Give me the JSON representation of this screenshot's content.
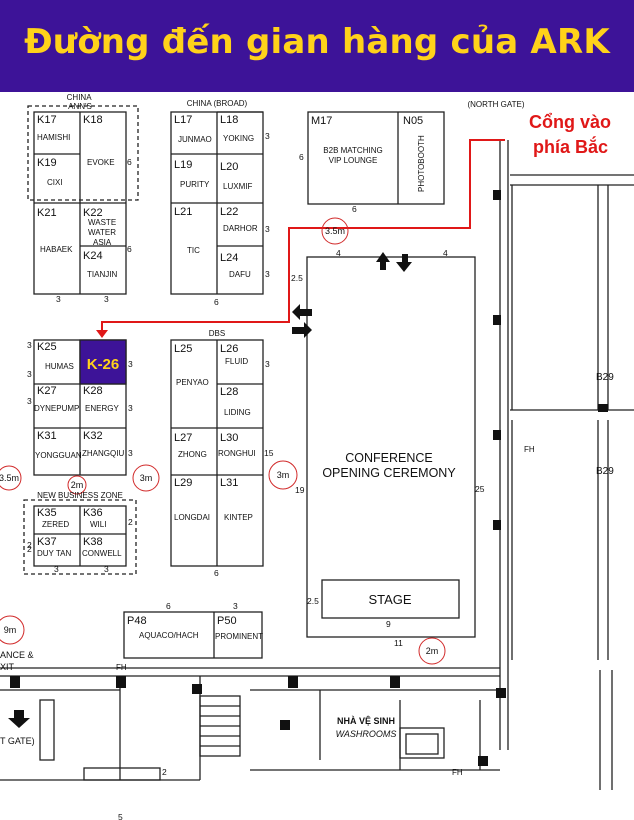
{
  "banner": {
    "title": "Đường đến gian hàng của ARK",
    "background": "#3d1398",
    "title_color": "#ffd21a"
  },
  "map": {
    "zones": {
      "china_anns": "CHINA\nANN'S",
      "china_broad": "CHINA (BROAD)",
      "dbs": "DBS",
      "new_business": "NEW BUSINESS ZONE",
      "north_gate": "(NORTH GATE)"
    },
    "north_gate_callout": {
      "line1": "Cổng vào",
      "line2": "phía Bắc",
      "color": "#e01818"
    },
    "highlight": {
      "code": "K-26",
      "color": "#3d1398",
      "text_color": "#ffd21a"
    },
    "route_color": "#e01818",
    "booths": [
      {
        "code": "K17",
        "name": "HAMISHI"
      },
      {
        "code": "K18",
        "name": "EVOKE"
      },
      {
        "code": "K19",
        "name": "CIXI"
      },
      {
        "code": "K21",
        "name": "HABAEK"
      },
      {
        "code": "K22",
        "name": "WASTE WATER ASIA"
      },
      {
        "code": "K24",
        "name": "TIANJIN"
      },
      {
        "code": "L17",
        "name": "JUNMAO"
      },
      {
        "code": "L18",
        "name": "YOKING"
      },
      {
        "code": "L19",
        "name": "PURITY"
      },
      {
        "code": "L20",
        "name": "LUXMIF"
      },
      {
        "code": "L21",
        "name": "TIC"
      },
      {
        "code": "L22",
        "name": "DARHOR"
      },
      {
        "code": "L24",
        "name": "DAFU"
      },
      {
        "code": "M17",
        "name": "B2B MATCHING\nVIP LOUNGE"
      },
      {
        "code": "N05",
        "name": "PHOTOBOOTH"
      },
      {
        "code": "K25",
        "name": "HUMAS"
      },
      {
        "code": "K27",
        "name": "DYNEPUMP"
      },
      {
        "code": "K28",
        "name": "ENERGY"
      },
      {
        "code": "K31",
        "name": "YONGGUAN"
      },
      {
        "code": "K32",
        "name": "ZHANGQIU"
      },
      {
        "code": "L25",
        "name": "PENYAO"
      },
      {
        "code": "L26",
        "name": "FLUID"
      },
      {
        "code": "L28",
        "name": "LIDING"
      },
      {
        "code": "L27",
        "name": "ZHONG"
      },
      {
        "code": "L30",
        "name": "RONGHUI"
      },
      {
        "code": "L29",
        "name": "LONGDAI"
      },
      {
        "code": "L31",
        "name": "KINTEP"
      },
      {
        "code": "K35",
        "name": "ZERED"
      },
      {
        "code": "K36",
        "name": "WILI"
      },
      {
        "code": "K37",
        "name": "DUY TAN"
      },
      {
        "code": "K38",
        "name": "CONWELL"
      },
      {
        "code": "P48",
        "name": "AQUACO/HACH"
      },
      {
        "code": "P50",
        "name": "PROMINENT"
      }
    ],
    "conference": "CONFERENCE\nOPENING CEREMONY",
    "stage": "STAGE",
    "washroom_vi": "NHÀ VỆ SINH",
    "washroom_en": "WASHROOMS",
    "distance_circles": [
      "3.5m",
      "3.5m",
      "2m",
      "3m",
      "3m",
      "9m",
      "2m"
    ],
    "dims": [
      "6",
      "3",
      "3",
      "6",
      "3",
      "6",
      "3",
      "3",
      "6",
      "6",
      "4",
      "4",
      "2.5",
      "3",
      "3",
      "3",
      "3",
      "15",
      "19",
      "25",
      "3",
      "3",
      "2",
      "2",
      "3",
      "3",
      "6",
      "3",
      "2.5",
      "9",
      "11",
      "2",
      "5"
    ],
    "labels": {
      "fh1": "FH",
      "fh2": "FH",
      "fh3": "FH",
      "b29": "B29",
      "b29b": "B29",
      "entrance": "ANCE &",
      "exit": "XIT",
      "t_gate": "T GATE)"
    },
    "room_labels": [
      "K-26"
    ]
  }
}
